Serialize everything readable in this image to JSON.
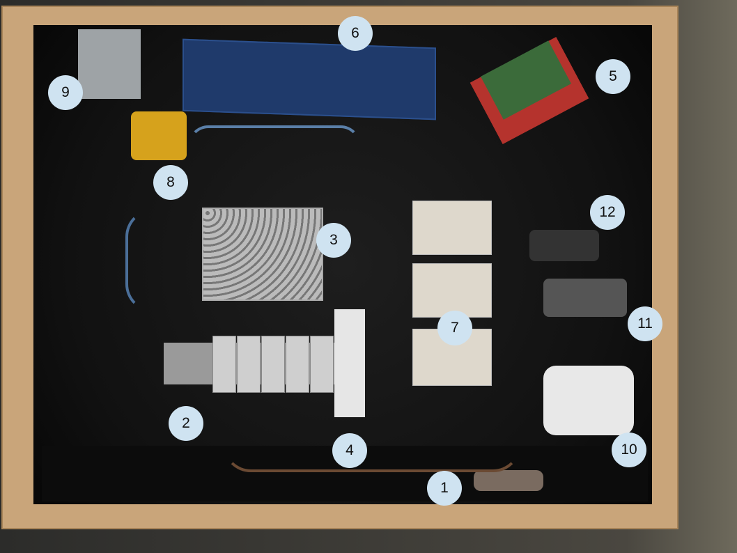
{
  "labels": [
    {
      "id": "1",
      "text": "1"
    },
    {
      "id": "2",
      "text": "2"
    },
    {
      "id": "3",
      "text": "3"
    },
    {
      "id": "4",
      "text": "4"
    },
    {
      "id": "5",
      "text": "5"
    },
    {
      "id": "6",
      "text": "6"
    },
    {
      "id": "7",
      "text": "7"
    },
    {
      "id": "8",
      "text": "8"
    },
    {
      "id": "9",
      "text": "9"
    },
    {
      "id": "10",
      "text": "10"
    },
    {
      "id": "11",
      "text": "11"
    },
    {
      "id": "12",
      "text": "12"
    }
  ],
  "colors": {
    "label_bg": "#cfe3f1",
    "wood": "#c9a57a",
    "enclosure": "#111111"
  }
}
